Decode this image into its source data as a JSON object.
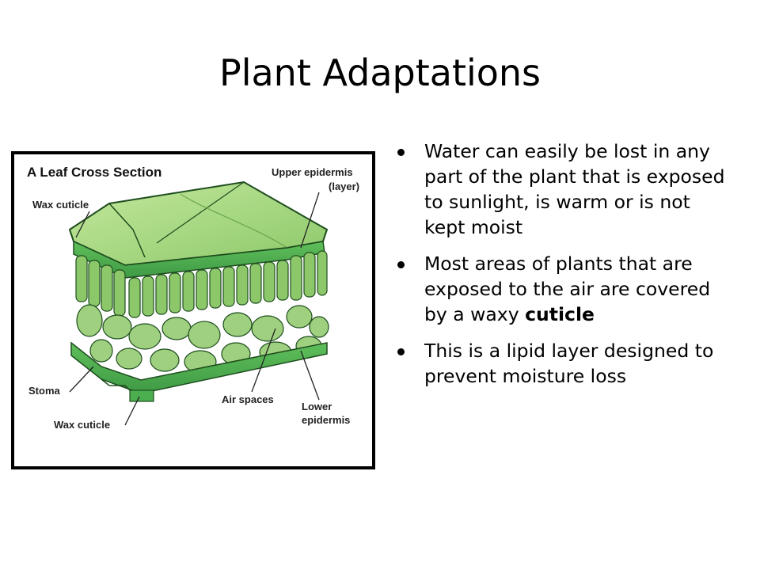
{
  "slide": {
    "title": "Plant Adaptations"
  },
  "figure": {
    "heading": "A Leaf Cross Section",
    "labels": {
      "wax_cuticle_top": "Wax cuticle",
      "upper_epidermis_1": "Upper epidermis",
      "upper_epidermis_2": "(layer)",
      "stoma": "Stoma",
      "air_spaces": "Air spaces",
      "wax_cuticle_bottom": "Wax cuticle",
      "lower_epidermis_1": "Lower",
      "lower_epidermis_2": "epidermis"
    },
    "colors": {
      "top_surface": "#a8d97a",
      "epidermis": "#4caf4f",
      "palisade": "#8cc86a",
      "spongy": "#9fd07f",
      "outline": "#1e4d1e"
    }
  },
  "bullets": [
    {
      "text": "Water can easily be lost in any part of the plant that is exposed to sunlight, is warm or is not kept moist"
    },
    {
      "text_before": "Most areas of plants that are exposed to the air are covered by a waxy ",
      "bold": "cuticle"
    },
    {
      "text": "This is a lipid layer designed to prevent moisture loss"
    }
  ]
}
